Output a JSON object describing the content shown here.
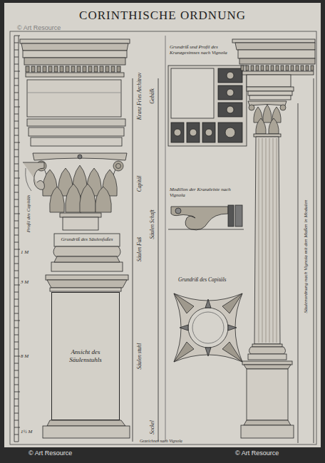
{
  "diagram": {
    "title": "CORINTHISCHE ORDNUNG",
    "nodes": [
      {
        "text": [
          "Ansicht des Säulenstuhls"
        ]
      }
    ],
    "labels": [
      "Grundriß und Profil des Kranzgesimses nach Vignola",
      "Profil des Capitäls",
      "Grundriß des Säulenfußes",
      "Kranz Fries Architrav",
      "Gebälk",
      "Capitäl",
      "Säulen Schaft",
      "Säulen Fuß",
      "Säulen stuhl",
      "Sockel",
      "Modillon der Kranzleiste nach Vignola",
      "Grundriß des Capitäls",
      "Säulenordnung nach Vignola mit den Maßen in Modulen",
      "1 M",
      "3 M",
      "8 M",
      "1½ M",
      "Gezeichnet nach Vignola",
      "© Art Resource",
      "© Art Resource",
      "© Art Resource"
    ]
  }
}
